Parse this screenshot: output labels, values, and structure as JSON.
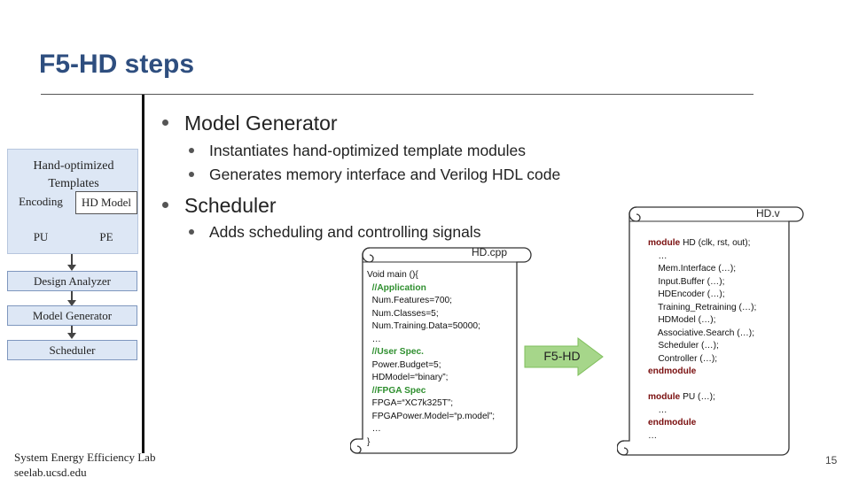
{
  "slide": {
    "title": "F5-HD steps",
    "page_number": "15"
  },
  "bullets": {
    "model_generator": "Model Generator",
    "mg_sub1": "Instantiates hand-optimized template modules",
    "mg_sub2": "Generates memory interface and Verilog HDL code",
    "scheduler": "Scheduler",
    "sch_sub1": "Adds scheduling and controlling signals"
  },
  "diagram": {
    "templates_title": "Hand-optimized Templates",
    "encoding": "Encoding",
    "hd_model": "HD Model",
    "pu": "PU",
    "pe": "PE",
    "design_analyzer": "Design Analyzer",
    "model_generator": "Model Generator",
    "scheduler": "Scheduler"
  },
  "footer": {
    "line1": "System Energy Efficiency Lab",
    "line2": "seelab.ucsd.edu"
  },
  "cpp_scroll": {
    "filename": "HD.cpp",
    "lines": [
      {
        "text": "Void main (){",
        "style": "normal"
      },
      {
        "text": "  //Application",
        "style": "comment"
      },
      {
        "text": "  Num.Features=700;",
        "style": "normal"
      },
      {
        "text": "  Num.Classes=5;",
        "style": "normal"
      },
      {
        "text": "  Num.Training.Data=50000;",
        "style": "normal"
      },
      {
        "text": "  …",
        "style": "normal"
      },
      {
        "text": "  //User Spec.",
        "style": "comment"
      },
      {
        "text": "  Power.Budget=5;",
        "style": "normal"
      },
      {
        "text": "  HDModel=“binary”;",
        "style": "normal"
      },
      {
        "text": "  //FPGA Spec",
        "style": "comment"
      },
      {
        "text": "  FPGA=“XC7k325T”;",
        "style": "normal"
      },
      {
        "text": "  FPGAPower.Model=“p.model”;",
        "style": "normal"
      },
      {
        "text": "  …",
        "style": "normal"
      },
      {
        "text": "}",
        "style": "normal"
      }
    ]
  },
  "arrow_label": "F5-HD",
  "v_scroll": {
    "filename": "HD.v",
    "lines": [
      {
        "kw": "module",
        "text": " HD (clk, rst, out);"
      },
      {
        "kw": "",
        "text": "    …"
      },
      {
        "kw": "",
        "text": "    Mem.Interface (…);"
      },
      {
        "kw": "",
        "text": "    Input.Buffer (…);"
      },
      {
        "kw": "",
        "text": "    HDEncoder (…);"
      },
      {
        "kw": "",
        "text": "    Training_Retraining (…);"
      },
      {
        "kw": "",
        "text": "    HDModel (…);"
      },
      {
        "kw": "",
        "text": "    Associative.Search (…);"
      },
      {
        "kw": "",
        "text": "    Scheduler (…);"
      },
      {
        "kw": "",
        "text": "    Controller (…);"
      },
      {
        "kw": "endmodule",
        "text": ""
      },
      {
        "kw": "",
        "text": ""
      },
      {
        "kw": "module",
        "text": " PU (…);"
      },
      {
        "kw": "",
        "text": "    …"
      },
      {
        "kw": "endmodule",
        "text": ""
      },
      {
        "kw": "",
        "text": "…"
      }
    ]
  },
  "colors": {
    "title": "#2e4e7f",
    "box_fill": "#dde7f5",
    "keyword": "#7a0f0f",
    "comment": "#2f8f2f",
    "arrow_fill": "#a6d68a"
  }
}
